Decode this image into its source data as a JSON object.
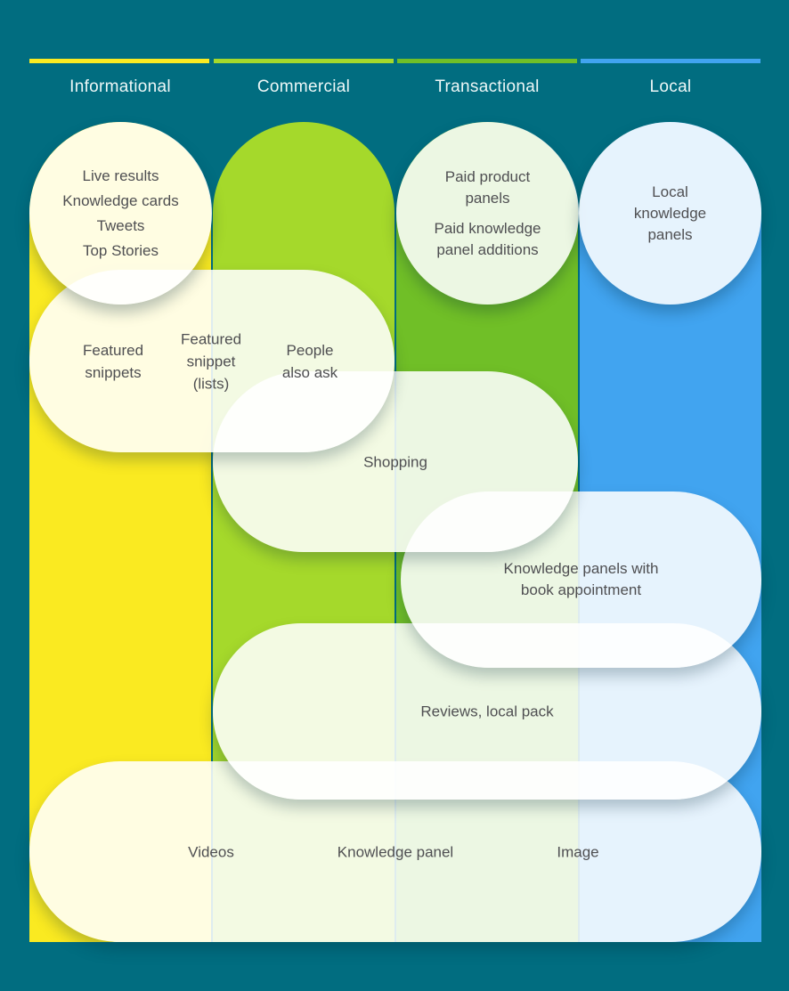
{
  "palette": {
    "background": "#016D80",
    "body_text": "#4F4F52",
    "header_text": "#EDF7F7",
    "overlay_white": "rgba(255,255,255,0.87)"
  },
  "columns": [
    {
      "id": "informational",
      "label": "Informational",
      "color": "#FAEA21"
    },
    {
      "id": "commercial",
      "label": "Commercial",
      "color": "#A5D92B"
    },
    {
      "id": "transactional",
      "label": "Transactional",
      "color": "#70BF27"
    },
    {
      "id": "local",
      "label": "Local",
      "color": "#41A4F0"
    }
  ],
  "bubbles": {
    "informational": {
      "items": [
        "Live results",
        "Knowledge cards",
        "Tweets",
        "Top Stories"
      ]
    },
    "transactional": {
      "items": [
        {
          "text": "Paid product panels",
          "lines": [
            "Paid product",
            "panels"
          ]
        },
        {
          "text": "Paid knowledge panel additions",
          "lines": [
            "Paid knowledge",
            "panel additions"
          ]
        }
      ]
    },
    "local": {
      "text": "Local knowledge panels",
      "lines": [
        "Local",
        "knowledge",
        "panels"
      ]
    }
  },
  "pills": {
    "featured": {
      "labels": [
        {
          "text": "Featured snippets",
          "lines": [
            "Featured",
            "snippets"
          ]
        },
        {
          "text": "Featured snippet (lists)",
          "lines": [
            "Featured",
            "snippet",
            "(lists)"
          ]
        },
        {
          "text": "People also ask",
          "lines": [
            "People",
            "also ask"
          ]
        }
      ]
    },
    "shopping": {
      "label": "Shopping"
    },
    "knowledge_book": {
      "text": "Knowledge panels with book appointment",
      "lines": [
        "Knowledge panels with",
        "book appointment"
      ]
    },
    "reviews": {
      "label": "Reviews, local pack"
    },
    "bottom": {
      "labels": [
        "Videos",
        "Knowledge panel",
        "Image"
      ]
    }
  }
}
